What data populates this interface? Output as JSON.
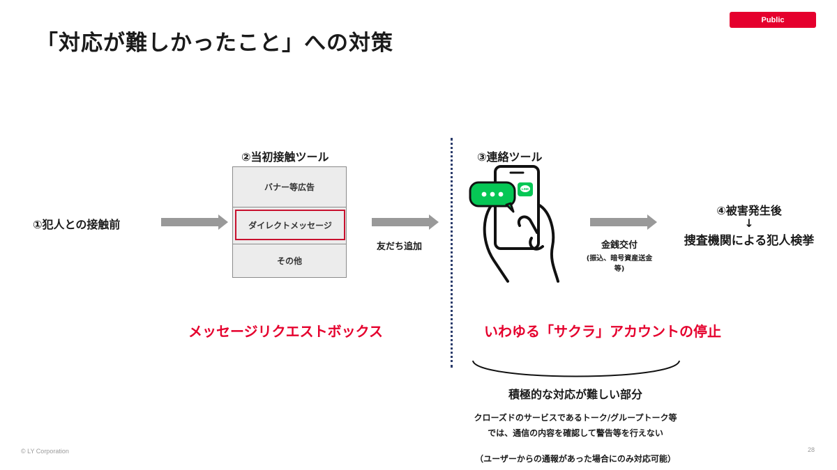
{
  "slide": {
    "title": "「対応が難しかったこと」への対策",
    "badge": "Public",
    "footer_left": "© LY Corporation",
    "page_number": "28"
  },
  "flow": {
    "step1": "①犯人との接触前",
    "step2_title": "②当初接触ツール",
    "step2_items": [
      "バナー等広告",
      "ダイレクトメッセージ",
      "その他"
    ],
    "arrow_label_add_friend": "友だち追加",
    "step3_title": "③連絡ツール",
    "phone_icon_text": "LINE",
    "chat_bubble_text": "•••",
    "money_label": "金銭交付",
    "money_detail": "(振込、暗号資産送金",
    "money_detail_2": "等)",
    "step4_title": "④被害発生後",
    "step4_arrow": "↓",
    "step4_detail": "捜査機関による犯人検挙"
  },
  "measures": {
    "left": "メッセージリクエストボックス",
    "right": "いわゆる「サクラ」アカウントの停止"
  },
  "difficult": {
    "heading": "積極的な対応が難しい部分",
    "line1": "クローズドのサービスであるトーク/グループトーク等",
    "line2": "では、通信の内容を確認して警告等を行えない",
    "note": "（ユーザーからの通報があった場合にのみ対応可能）"
  },
  "colors": {
    "accent_red": "#e5002d",
    "highlight_border": "#c8102e",
    "arrow_gray": "#999999",
    "line_green": "#06c755",
    "dotted_navy": "#2a3b6b"
  }
}
